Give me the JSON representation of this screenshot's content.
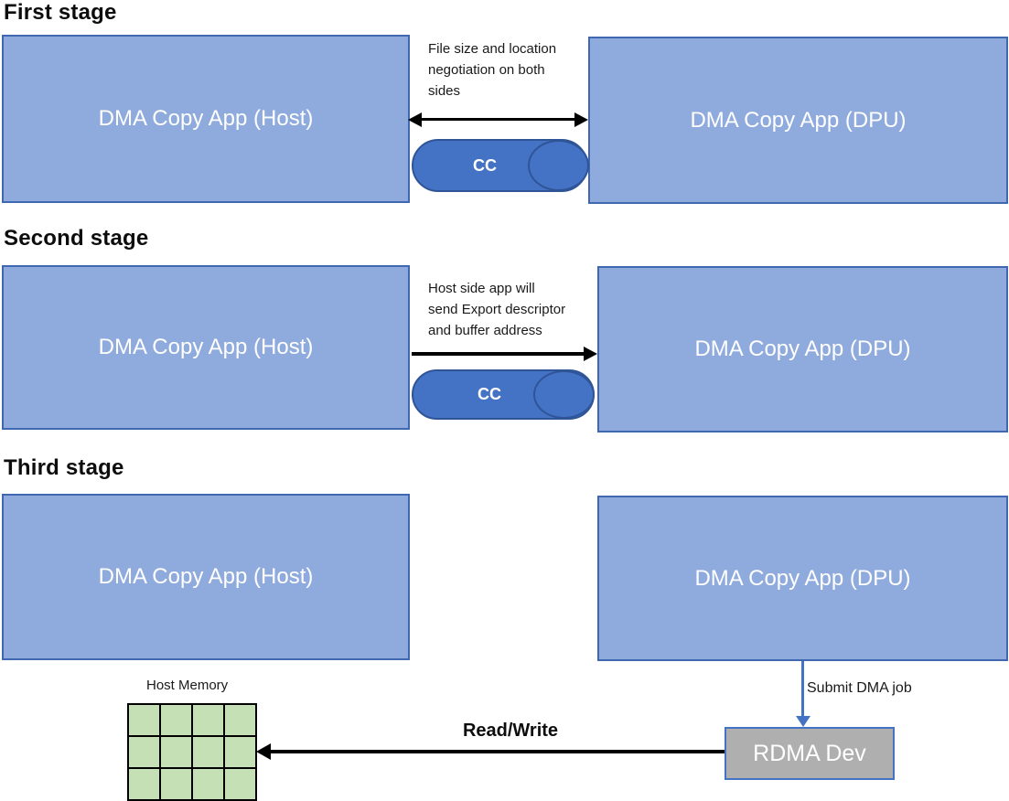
{
  "palette": {
    "box_fill": "#8FAADC",
    "box_border": "#4068B0",
    "pill_fill": "#4472C4",
    "pill_border": "#2F5597",
    "grid_fill": "#C5E0B4",
    "rdma_fill": "#AFAFAF",
    "rdma_border": "#4472C4",
    "arrow_black": "#000000",
    "arrow_blue": "#4472C4",
    "heading_color": "#0d0d0d"
  },
  "stages": [
    {
      "heading": "First stage",
      "host_box_label": "DMA Copy App (Host)",
      "dpu_box_label": "DMA Copy App (DPU)",
      "channel_label": "CC",
      "arrow_type": "double-headed",
      "annotation_lines": [
        "File size and location",
        "negotiation on both",
        "sides"
      ]
    },
    {
      "heading": "Second stage",
      "host_box_label": "DMA Copy App (Host)",
      "dpu_box_label": "DMA Copy App (DPU)",
      "channel_label": "CC",
      "arrow_type": "right",
      "annotation_lines": [
        "Host side app will",
        "send Export descriptor",
        "and buffer address"
      ]
    },
    {
      "heading": "Third stage",
      "host_box_label": "DMA Copy App (Host)",
      "dpu_box_label": "DMA Copy App (DPU)"
    }
  ],
  "bottom": {
    "host_memory_label": "Host Memory",
    "memory_grid": {
      "columns": 4,
      "rows": 3
    },
    "read_write_label": "Read/Write",
    "submit_dma_label": "Submit DMA job",
    "rdma_dev_label": "RDMA Dev"
  }
}
